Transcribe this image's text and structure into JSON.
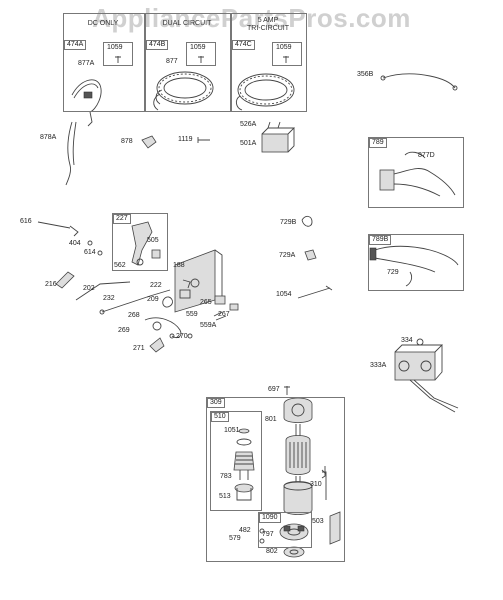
{
  "watermark": "AppliancePartsPros.com",
  "boxes": {
    "474A": {
      "tag": "474A",
      "sub": "1059",
      "title": "DC ONLY",
      "part": "877A"
    },
    "474B": {
      "tag": "474B",
      "sub": "1059",
      "title": "DUAL CIRCUIT",
      "part": "877"
    },
    "474C": {
      "tag": "474C",
      "sub": "1059",
      "title_line1": "5 AMP",
      "title_line2": "TRI-CIRCUIT"
    },
    "789": {
      "tag": "789",
      "part": "877D"
    },
    "789B": {
      "tag": "789B",
      "part": "729"
    },
    "227": {
      "tag": "227",
      "parts": [
        "505",
        "562"
      ]
    },
    "309": {
      "tag": "309"
    },
    "510": {
      "tag": "510",
      "parts": [
        "1051",
        "783",
        "513"
      ]
    },
    "1090": {
      "tag": "1090",
      "parts": [
        "797"
      ]
    }
  },
  "labels": {
    "l356B": "356B",
    "l878A": "878A",
    "l878": "878",
    "l1119": "1119",
    "l526A": "526A",
    "l501A": "501A",
    "l616": "616",
    "l404": "404",
    "l614": "614",
    "l188": "188",
    "l729B": "729B",
    "l729A": "729A",
    "l216": "216",
    "l202": "202",
    "l222": "222",
    "l232": "232",
    "l209": "209",
    "l265": "265",
    "l1054": "1054",
    "l268": "268",
    "l559": "559",
    "l267": "267",
    "l559A": "559A",
    "l269": "269",
    "l270": "270",
    "l271": "271",
    "l334": "334",
    "l333A": "333A",
    "l697": "697",
    "l801": "801",
    "l310": "310",
    "l503": "503",
    "l482": "482",
    "l579": "579",
    "l802": "802"
  }
}
